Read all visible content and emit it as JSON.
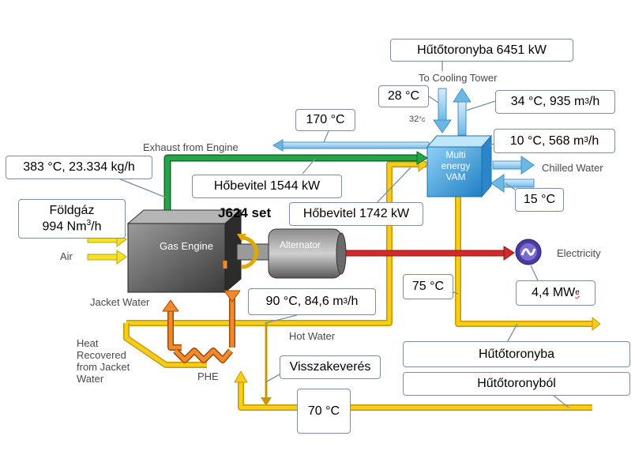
{
  "labels": {
    "to_cooling_tower": "To Cooling Tower",
    "temp_32": "32",
    "temp_32_unit": "°c",
    "exhaust_from_engine": "Exhaust from Engine",
    "chilled_water": "Chilled Water",
    "vam_line1": "Multi",
    "vam_line2": "energy",
    "vam_line3": "VAM",
    "gas_engine": "Gas Engine",
    "alternator": "Alternator",
    "air": "Air",
    "electricity": "Electricity",
    "jacket_water": "Jacket Water",
    "hot_water": "Hot Water",
    "heat_recovered": [
      "Heat",
      "Recovered",
      "from Jacket",
      "Water"
    ],
    "phe": "PHE",
    "set_name": "J624 set"
  },
  "callouts": {
    "cooling_tower_power": "Hűtőtoronyba 6451 kW",
    "cw_in_temp": "28 °C",
    "cw_out": "34 °C,  935 m",
    "cw_out_unit": "/h",
    "exhaust_temp": "170 °C",
    "chilled_supply": "10 °C,  568 m",
    "chilled_supply_unit": "/h",
    "exhaust_flow": "383 °C, 23.334 kg/h",
    "heat_input_1": "Hőbevitel 1544 kW",
    "chilled_return": "15 °C",
    "fuel_line1": "Földgáz",
    "fuel_line2": "994 Nm",
    "fuel_line2_unit": "/h",
    "heat_input_2": "Hőbevitel 1742 kW",
    "hot_water_out": "75 °C",
    "power_out": "4,4 MW",
    "power_out_sub": "e",
    "jacket_flow": "90 °C,  84,6 m",
    "jacket_flow_unit": "/h",
    "to_tower": "Hűtőtoronyba",
    "remix": "Visszakeverés",
    "from_tower": "Hűtőtoronyból",
    "return_temp": "70 °C"
  },
  "colors": {
    "exhaust": "#1e8c3a",
    "hot_water": "#f0c000",
    "jacket": "#e87722",
    "electric": "#cc1f1f",
    "air": "#e8d400",
    "callout_border": "#7a8fa6",
    "vam": "#4aa8e0"
  }
}
